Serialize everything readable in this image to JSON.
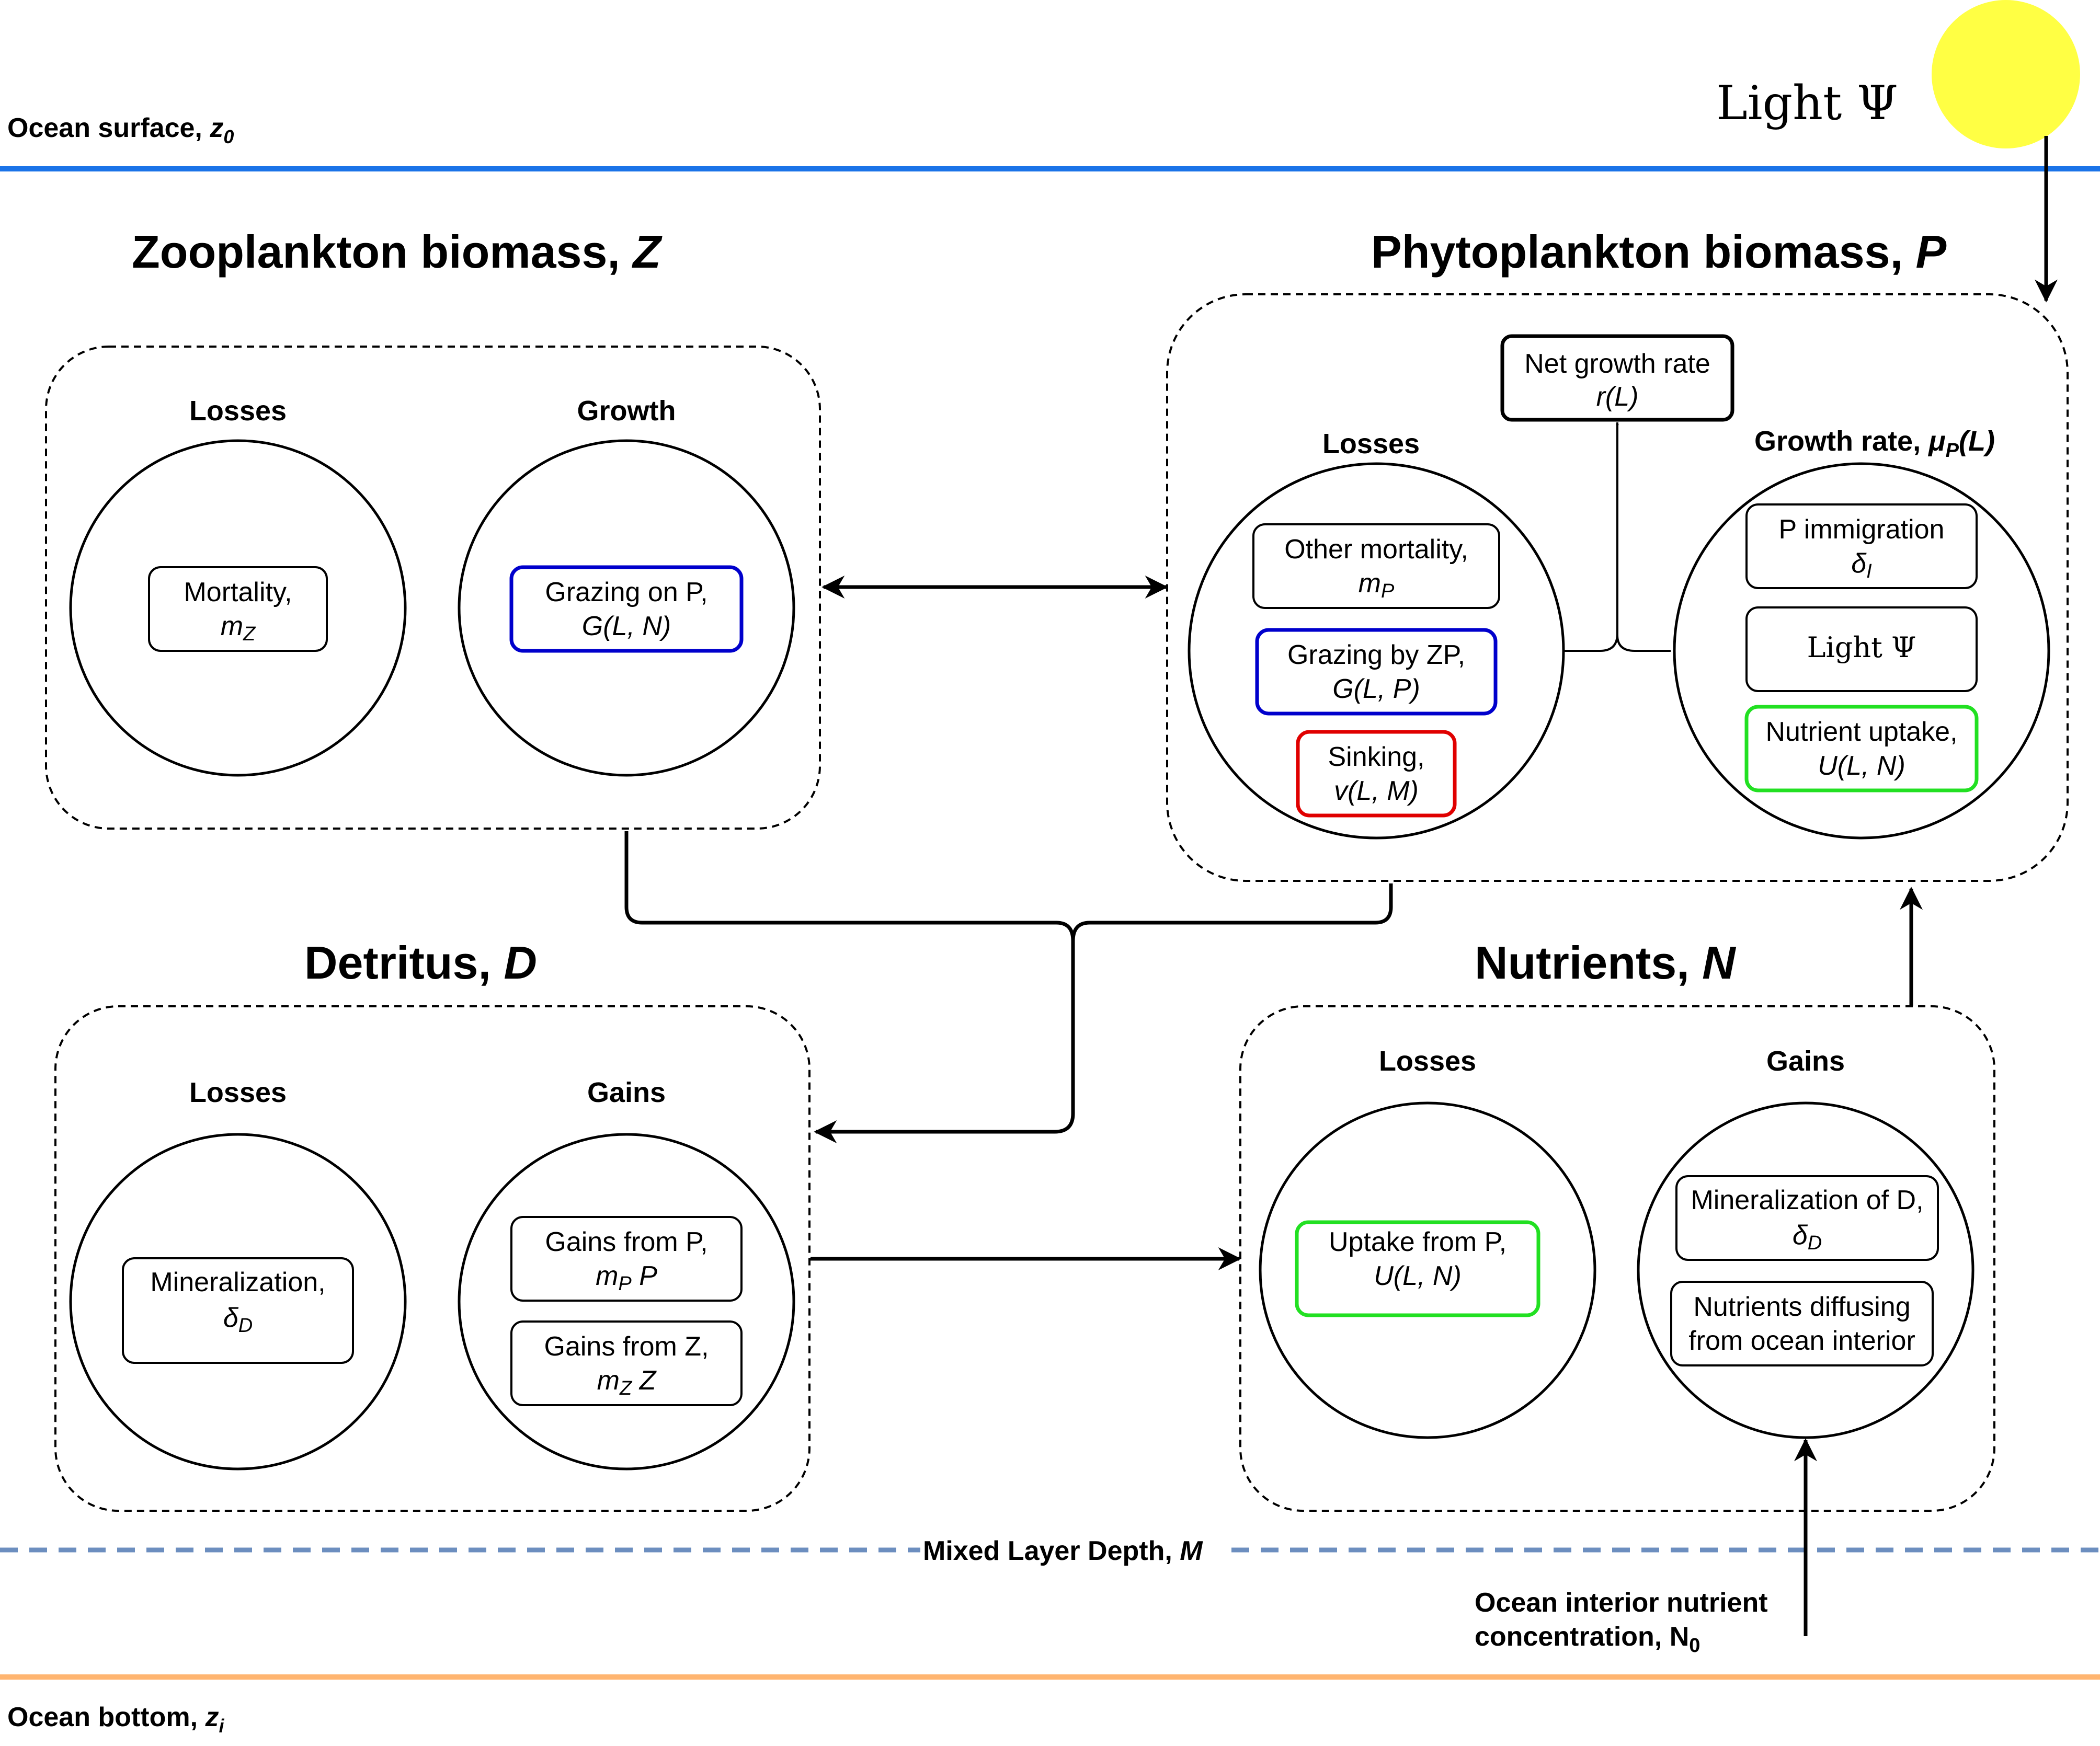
{
  "colors": {
    "ocean_surface": "#1a73e8",
    "mixed_layer": "#6c8ebf",
    "ocean_bottom": "#ffb570",
    "sun": "#ffff44",
    "zooplankton_grazing_border": "#0000cc",
    "sinking_border": "#e00000",
    "nutrient_uptake_border": "#22e022"
  },
  "surface": {
    "label": "Ocean surface, ",
    "var": "z",
    "sub": "0"
  },
  "bottom": {
    "label": "Ocean bottom, ",
    "var": "z",
    "sub": "i"
  },
  "mixed_layer": {
    "label": "Mixed Layer Depth, ",
    "var": "M"
  },
  "light": {
    "label": "Light Ψ",
    "icon": "sun-icon"
  },
  "interior": {
    "line1": "Ocean interior nutrient",
    "line2": "concentration, N",
    "sub": "0"
  },
  "zooplankton": {
    "title": "Zooplankton biomass, ",
    "title_var": "Z",
    "losses_label": "Losses",
    "growth_label": "Growth",
    "mortality": {
      "line1": "Mortality,",
      "line2_base": "m",
      "line2_sub": "Z"
    },
    "grazing": {
      "line1": "Grazing on P,",
      "line2": "G(L, N)"
    }
  },
  "phytoplankton": {
    "title": "Phytoplankton biomass, ",
    "title_var": "P",
    "losses_label": "Losses",
    "growth_label": "Growth rate, ",
    "growth_var_base": "μ",
    "growth_var_sub": "P",
    "growth_var_tail": "(L)",
    "net_growth": {
      "line1": "Net growth rate",
      "line2": "r(L)"
    },
    "other_mortality": {
      "line1": "Other mortality,",
      "line2_base": "m",
      "line2_sub": "P"
    },
    "grazing_zp": {
      "line1": "Grazing by ZP,",
      "line2": "G(L, P)"
    },
    "sinking": {
      "line1": "Sinking,",
      "line2": "v(L, M)"
    },
    "immigration": {
      "line1": "P immigration",
      "line2_base": "δ",
      "line2_sub": "I"
    },
    "light": {
      "label": "Light Ψ"
    },
    "nutrient_uptake": {
      "line1": "Nutrient uptake,",
      "line2": "U(L, N)"
    }
  },
  "detritus": {
    "title": "Detritus, ",
    "title_var": "D",
    "losses_label": "Losses",
    "gains_label": "Gains",
    "mineralization": {
      "line1": "Mineralization,",
      "line2_base": "δ",
      "line2_sub": "D"
    },
    "gains_p": {
      "line1": "Gains from P,",
      "line2_base": "m",
      "line2_sub": "P",
      "line2_tail": " P"
    },
    "gains_z": {
      "line1": "Gains from Z,",
      "line2_base": "m",
      "line2_sub": "Z",
      "line2_tail": " Z"
    }
  },
  "nutrients": {
    "title": "Nutrients, ",
    "title_var": "N",
    "losses_label": "Losses",
    "gains_label": "Gains",
    "uptake": {
      "line1": "Uptake from P,",
      "line2": "U(L, N)"
    },
    "mineralization_d": {
      "line1": "Mineralization of D,",
      "line2_base": "δ",
      "line2_sub": "D"
    },
    "diffusing": {
      "line1": "Nutrients diffusing",
      "line2": "from ocean interior"
    }
  }
}
